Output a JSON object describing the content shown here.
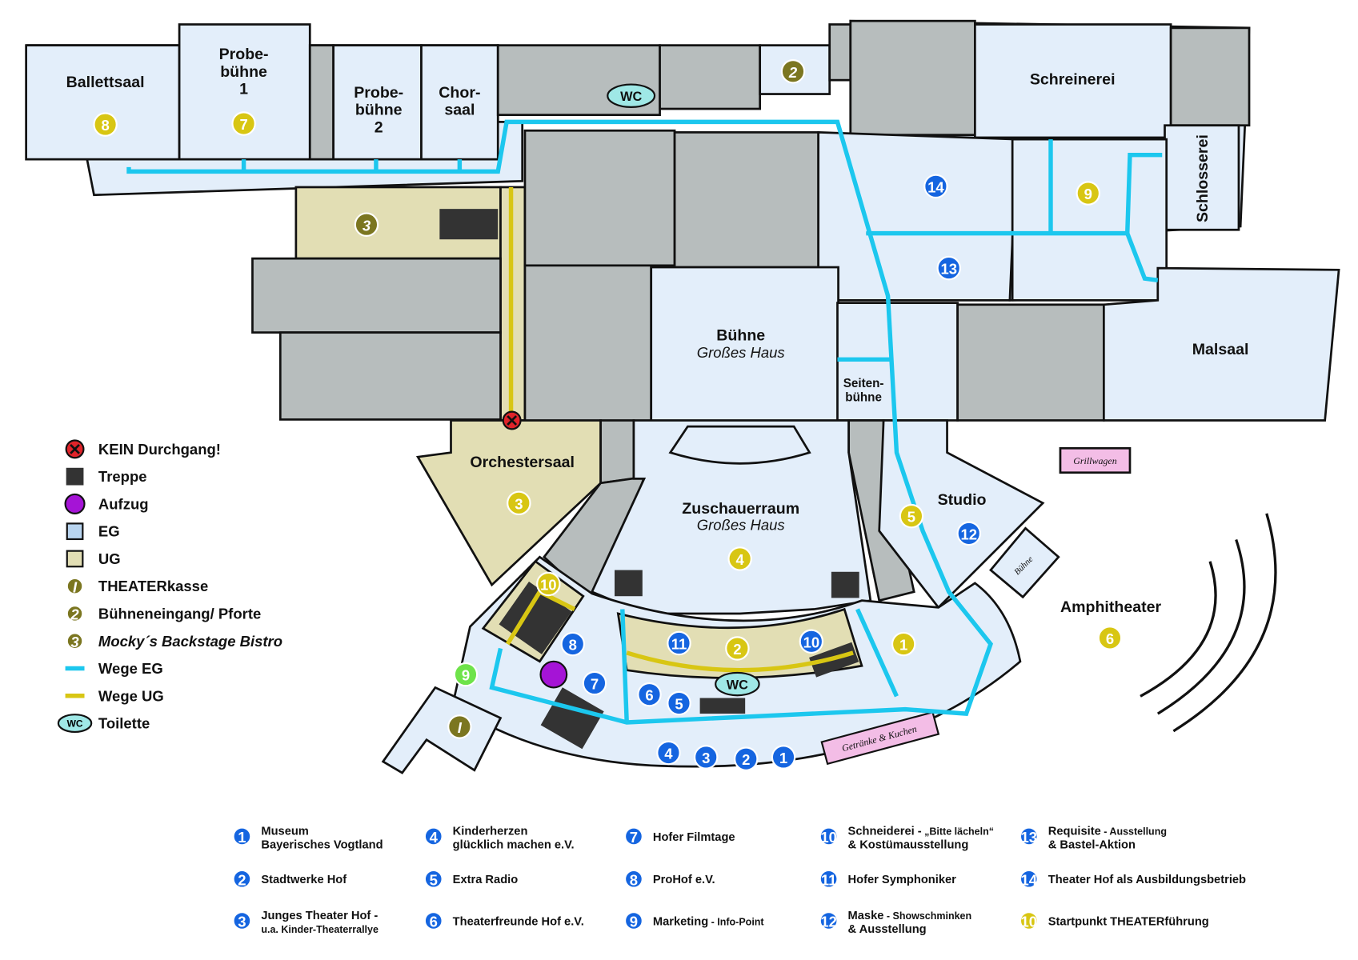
{
  "colors": {
    "eg": "#e3eefa",
    "ug": "#e2deb4",
    "grey": "#b7bdbd",
    "blue_marker": "#1565e0",
    "yellow_marker": "#d8c613",
    "olive_marker": "#7b7620",
    "green_marker": "#6ee34a",
    "elevator": "#a514d6",
    "path_eg": "#1cc7ee",
    "path_ug": "#d8c613",
    "wc": "#9fe8e6",
    "pink": "#f3bde6"
  },
  "rooms": {
    "ballettsaal": "Ballettsaal",
    "probe1": [
      "Probe-",
      "bühne",
      "1"
    ],
    "probe2": [
      "Probe-",
      "bühne",
      "2"
    ],
    "chorsaal": [
      "Chor-",
      "saal"
    ],
    "schreinerei": "Schreinerei",
    "schlosserei": "Schlosserei",
    "buehne": "Bühne",
    "buehne_sub": "Großes Haus",
    "malsaal": "Malsaal",
    "seitenbuehne": [
      "Seiten-",
      "bühne"
    ],
    "orchestersaal": "Orchestersaal",
    "zuschauerraum": "Zuschauerraum",
    "zuschauerraum_sub": "Großes Haus",
    "studio": "Studio",
    "amphitheater": "Amphitheater",
    "grillwagen": "Grillwagen",
    "bühne_small": "Bühne",
    "getraenke": "Getränke & Kuchen",
    "wc": "WC"
  },
  "legend": {
    "items": [
      {
        "icon": "no-entry-icon",
        "label": "KEIN Durchgang!"
      },
      {
        "icon": "stairs-icon",
        "label": "Treppe"
      },
      {
        "icon": "elevator-icon",
        "label": "Aufzug"
      },
      {
        "icon": "eg-swatch-icon",
        "label": "EG"
      },
      {
        "icon": "ug-swatch-icon",
        "label": "UG"
      },
      {
        "icon": "marker-1",
        "label": "THEATERkasse",
        "mark": "I"
      },
      {
        "icon": "marker-2",
        "label": "Bühneneingang/ Pforte",
        "mark": "2"
      },
      {
        "icon": "marker-3",
        "label": "Mocky´s Backstage Bistro",
        "mark": "3"
      },
      {
        "icon": "path-eg-icon",
        "label": "Wege EG"
      },
      {
        "icon": "path-ug-icon",
        "label": "Wege UG"
      },
      {
        "icon": "wc-icon",
        "label": "Toilette",
        "mark": "WC"
      }
    ]
  },
  "key": [
    {
      "n": "1",
      "a": "Museum",
      "b": "Bayerisches Vogtland"
    },
    {
      "n": "2",
      "a": "Stadtwerke Hof",
      "b": ""
    },
    {
      "n": "3",
      "a": "Junges Theater Hof -",
      "b": "u.a. Kinder-Theaterrallye"
    },
    {
      "n": "4",
      "a": "Kinderherzen",
      "b": "glücklich machen e.V."
    },
    {
      "n": "5",
      "a": "Extra Radio",
      "b": ""
    },
    {
      "n": "6",
      "a": "Theaterfreunde Hof e.V.",
      "b": ""
    },
    {
      "n": "7",
      "a": "Hofer Filmtage",
      "b": ""
    },
    {
      "n": "8",
      "a": "ProHof e.V.",
      "b": ""
    },
    {
      "n": "9",
      "a": "Marketing",
      "a2": " - Info-Point",
      "b": ""
    },
    {
      "n": "10",
      "a": "Schneiderei -",
      "a2": " „Bitte lächeln“",
      "b": "& Kostümausstellung"
    },
    {
      "n": "11",
      "a": "Hofer Symphoniker",
      "b": ""
    },
    {
      "n": "12",
      "a": "Maske",
      "a2": " - Showschminken",
      "b": "& Ausstellung"
    },
    {
      "n": "13",
      "a": "Requisite",
      "a2": " - Ausstellung",
      "b": "& Bastel-Aktion"
    },
    {
      "n": "14",
      "a": "Theater Hof als Ausbildungsbetrieb",
      "b": ""
    },
    {
      "n": "10",
      "a": "Startpunkt THEATERführung",
      "b": "",
      "yellow": true
    }
  ]
}
